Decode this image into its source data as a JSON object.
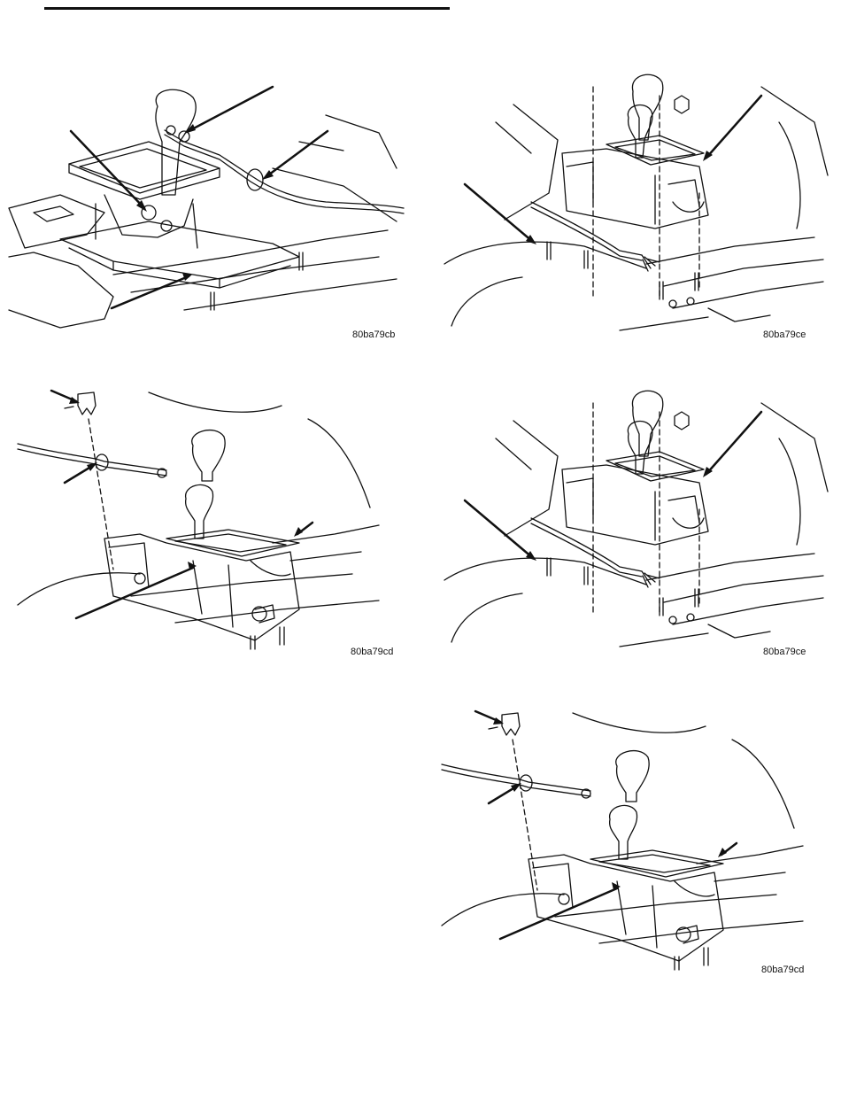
{
  "figures": [
    {
      "id": "shifter-cable-removal",
      "caption": "80ba79cb"
    },
    {
      "id": "shifter-assembly-exploded-1",
      "caption": "80ba79ce"
    },
    {
      "id": "shifter-cable-clip-1",
      "caption": "80ba79cd"
    },
    {
      "id": "shifter-assembly-exploded-2",
      "caption": "80ba79ce"
    },
    {
      "id": "shifter-cable-clip-2",
      "caption": "80ba79cd"
    }
  ]
}
